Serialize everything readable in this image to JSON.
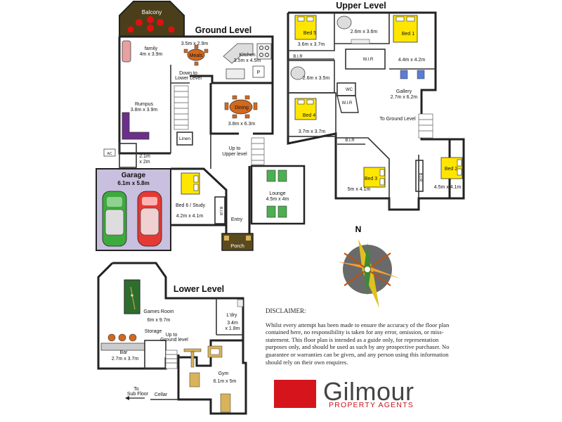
{
  "levels": {
    "ground": "Ground Level",
    "upper": "Upper Level",
    "lower": "Lower Level"
  },
  "ground_rooms": {
    "balcony": "Balcony",
    "family": [
      "family",
      "4m x 3.9m"
    ],
    "meals": [
      "3.5m x 2.9m",
      "Meals"
    ],
    "kitchen": [
      "Kitchen",
      "3.5m x 4.5m"
    ],
    "pantry": "P",
    "down_lower": [
      "Down to",
      "Lower Level"
    ],
    "rumpus": [
      "Rumpus",
      "3.8m x 3.9m"
    ],
    "dining": [
      "Dining",
      "3.8m x 6.3m"
    ],
    "linen": "Linen",
    "ac": "AC",
    "small": [
      "2.1m",
      "x 2m"
    ],
    "up_upper": [
      "Up to",
      "Upper level"
    ],
    "garage": [
      "Garage",
      "6.1m x 5.8m"
    ],
    "bed6": [
      "Bed 6 / Study",
      "4.2m x 4.1m"
    ],
    "bir": "B.I.R",
    "lounge": [
      "Lounge",
      "4.5m x 4m"
    ],
    "entry": "Entry",
    "porch": "Porch"
  },
  "upper_rooms": {
    "bed5": [
      "Bed 5",
      "3.6m x 3.7m"
    ],
    "ensuite": "2.6m x 3.6m",
    "bed1": [
      "Bed 1",
      "4.4m x 4.2m"
    ],
    "bir1": "B.I.R",
    "wir1": "W.I.R",
    "bath": "2.6m x 3.5m",
    "wc": "WC",
    "wir2": "W.I.R",
    "gallery": [
      "Gallery",
      "2.7m x 6.2m"
    ],
    "bed4": [
      "Bed 4",
      "3.7m x 3.7m"
    ],
    "to_ground": "To Ground Level",
    "bir3": "B.I.R",
    "bed3": [
      "Bed 3",
      "5m x 4.1m"
    ],
    "bir2": "B.I.R",
    "bed2": [
      "Bed 2",
      "4.5m x 4.1m"
    ]
  },
  "lower_rooms": {
    "games": [
      "Games Room",
      "6m x 9.7m"
    ],
    "laundry": [
      "L'dry",
      "3.4m",
      "x 1.8m"
    ],
    "storage": "Storage",
    "up_ground": [
      "Up to",
      "Ground level"
    ],
    "bar": [
      "Bar",
      "2.7m x 3.7m"
    ],
    "gym": [
      "Gym",
      "6.1m x 5m"
    ],
    "sub_floor": [
      "To",
      "Sub Floor"
    ],
    "cellar": "Cellar"
  },
  "compass": {
    "north": "N"
  },
  "disclaimer": {
    "heading": "DISCLAIMER:",
    "body": "Whilst every attempt has been made to ensure the accuracy of the floor plan contained here, no responsibility is taken for any error, omission, or miss-statement. This floor plan is intended as a guide only, for representation purposes only, and should be used as such by any prospective purchaser. No guarantee or warranties can be given, and any person using this information should rely on their own enquires."
  },
  "logo": {
    "name": "Gilmour",
    "tagline": "PROPERTY AGENTS",
    "brand_color": "#d6141c"
  },
  "colors": {
    "bed": "#ffe600",
    "garage": "#c8c0de",
    "chair": "#d2691e",
    "couch": "#6b2f8a",
    "lounge": "#4caf50",
    "porch": "#5a4a1e"
  }
}
